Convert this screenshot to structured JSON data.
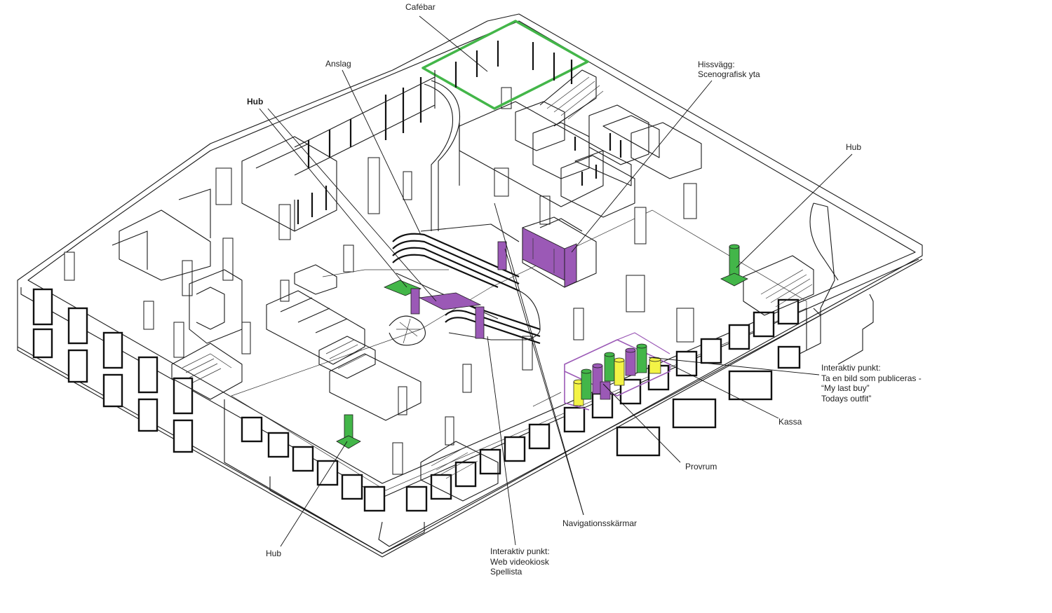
{
  "colors": {
    "green": "#43b649",
    "purple": "#9b59b6",
    "yellow": "#f3f346",
    "line": "#1a1a1a"
  },
  "labels": {
    "cafebar": "Cafébar",
    "anslag": "Anslag",
    "hub_top": "Hub",
    "hissvagg_1": "Hissvägg:",
    "hissvagg_2": "Scenografisk yta",
    "hub_right": "Hub",
    "interaktiv_right_1": "Interaktiv punkt:",
    "interaktiv_right_2": "Ta en bild som publiceras -",
    "interaktiv_right_3": "“My last buy”",
    "interaktiv_right_4": "Todays outfit”",
    "kassa": "Kassa",
    "provrum": "Provrum",
    "navigationsskarmar": "Navigationsskärmar",
    "interaktiv_bottom_1": "Interaktiv punkt:",
    "interaktiv_bottom_2": "Web videokiosk",
    "interaktiv_bottom_3": "Spellista",
    "hub_bottom": "Hub"
  }
}
